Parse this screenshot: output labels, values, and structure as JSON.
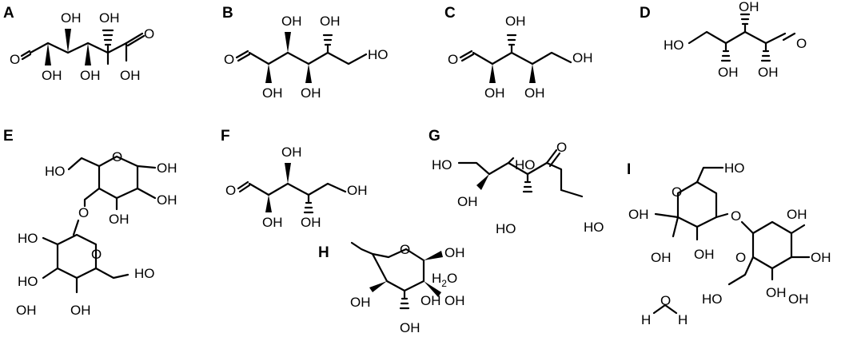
{
  "figure": {
    "panels": [
      {
        "id": "A",
        "label": "A",
        "atoms": [
          "O",
          "OH",
          "OH",
          "OH",
          "OH",
          "O",
          "OH"
        ]
      },
      {
        "id": "B",
        "label": "B",
        "atoms": [
          "O",
          "OH",
          "OH",
          "OH",
          "OH",
          "HO"
        ]
      },
      {
        "id": "C",
        "label": "C",
        "atoms": [
          "O",
          "OH",
          "OH",
          "OH",
          "OH"
        ]
      },
      {
        "id": "D",
        "label": "D",
        "atoms": [
          "HO",
          "OH",
          "OH",
          "OH",
          "O"
        ]
      },
      {
        "id": "E",
        "label": "E",
        "atoms": [
          "HO",
          "O",
          "OH",
          "O",
          "OH",
          "OH",
          "HO",
          "O",
          "HO",
          "OH",
          "HO",
          "OH"
        ]
      },
      {
        "id": "F",
        "label": "F",
        "atoms": [
          "O",
          "OH",
          "OH",
          "OH",
          "OH"
        ]
      },
      {
        "id": "G",
        "label": "G",
        "atoms": [
          "HO",
          "HO",
          "O",
          "OH",
          "HO",
          "HO"
        ]
      },
      {
        "id": "H",
        "label": "H",
        "atoms": [
          "O",
          "OH",
          "OH",
          "OH",
          "OH",
          "OH"
        ],
        "hydrate": {
          "main": "H",
          "sub": "2",
          "tail": "O"
        }
      },
      {
        "id": "I",
        "label": "I",
        "atoms": [
          "HO",
          "O",
          "OH",
          "O",
          "OH",
          "OH",
          "OH",
          "OH",
          "O",
          "OH",
          "HO",
          "OH",
          "H",
          "O",
          "H"
        ]
      }
    ]
  }
}
